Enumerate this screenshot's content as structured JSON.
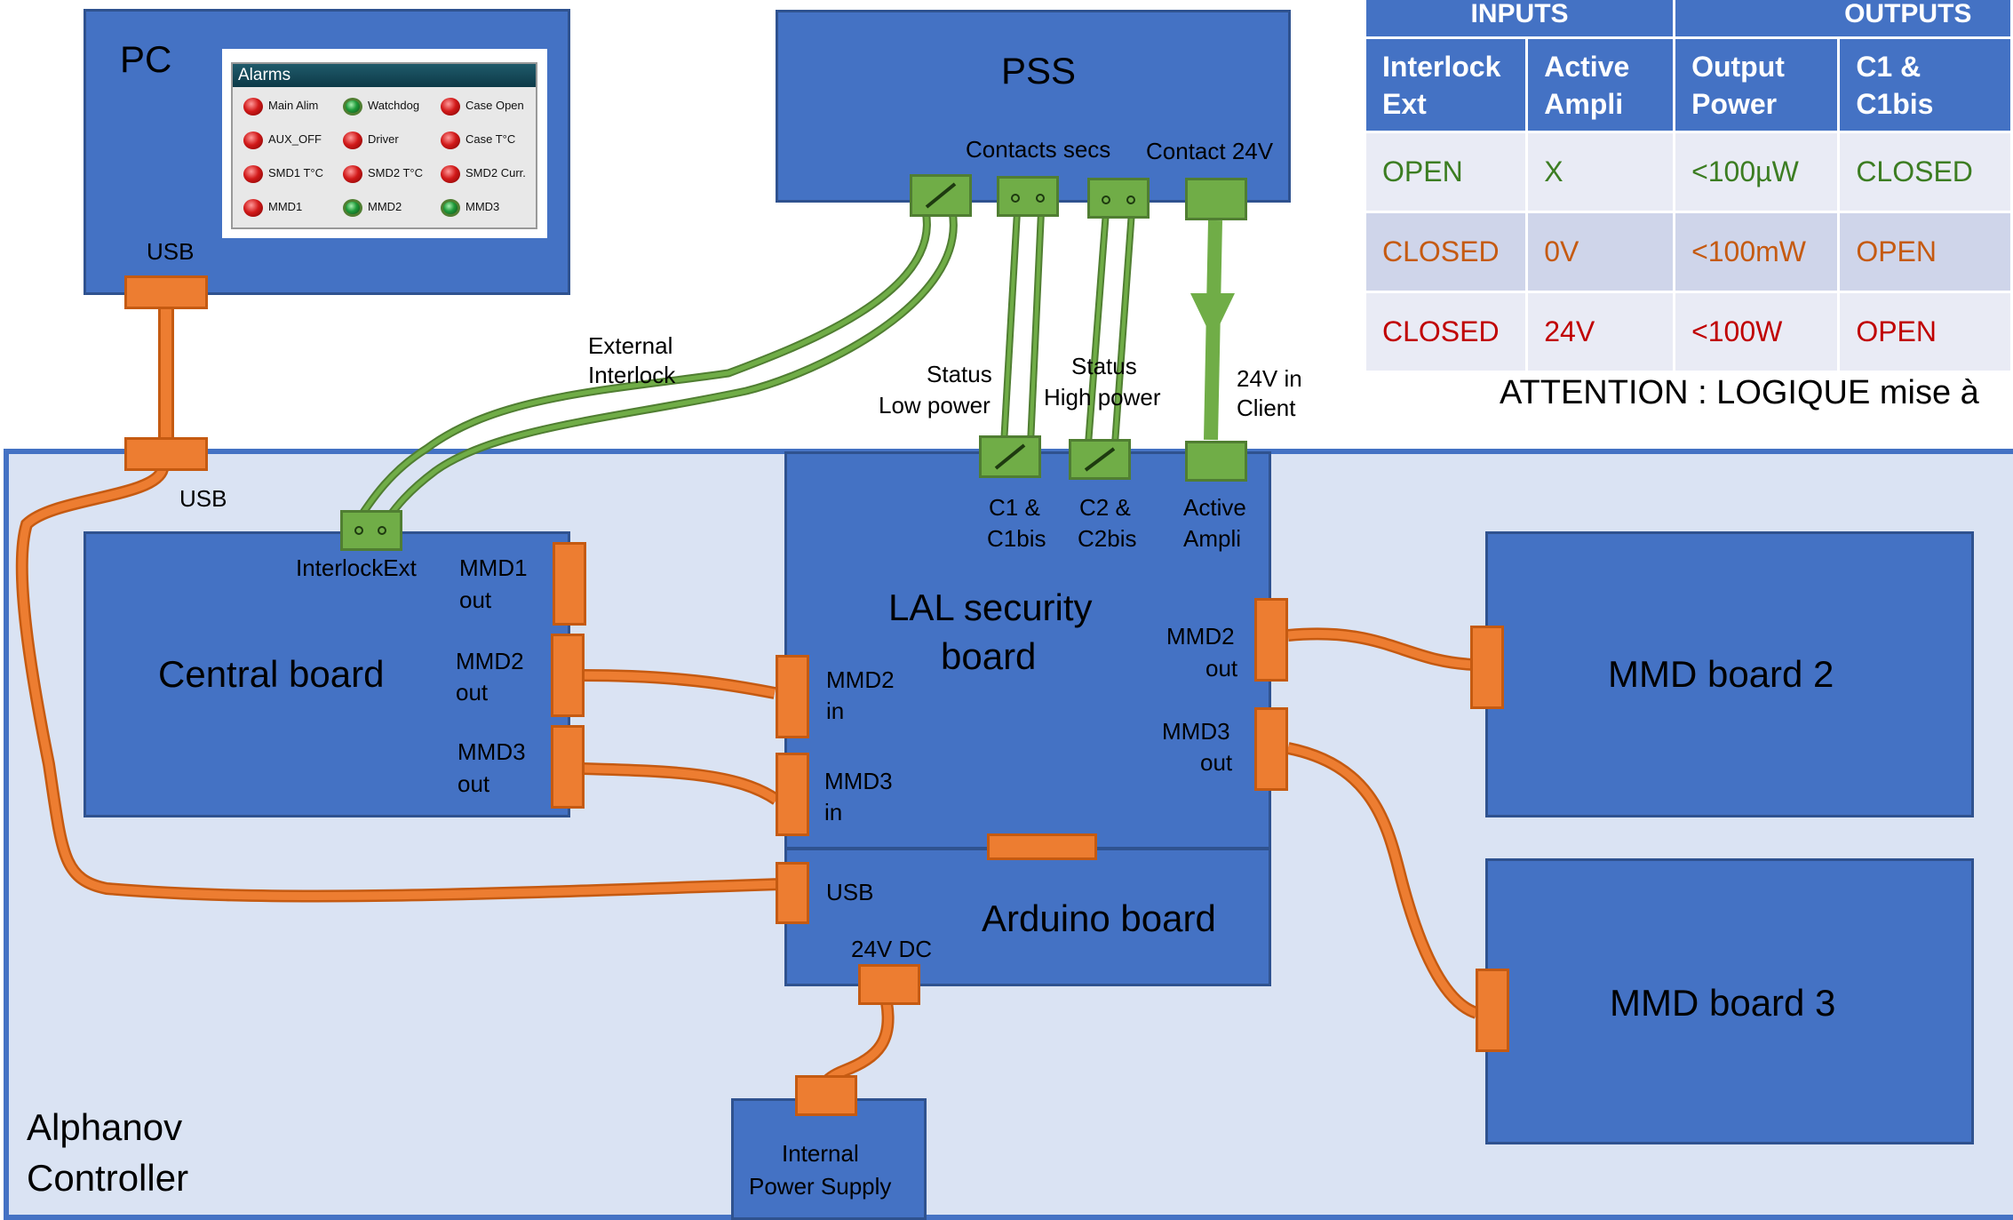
{
  "pc": {
    "title": "PC",
    "usb_label": "USB"
  },
  "alarms": {
    "title": "Alarms",
    "items": [
      {
        "label": "Main Alim",
        "color": "red"
      },
      {
        "label": "Watchdog",
        "color": "green"
      },
      {
        "label": "Case Open",
        "color": "red"
      },
      {
        "label": "AUX_OFF",
        "color": "red"
      },
      {
        "label": "Driver",
        "color": "red"
      },
      {
        "label": "Case T°C",
        "color": "red"
      },
      {
        "label": "SMD1 T°C",
        "color": "red"
      },
      {
        "label": "SMD2 T°C",
        "color": "red"
      },
      {
        "label": "SMD2 Curr.",
        "color": "red"
      },
      {
        "label": "MMD1",
        "color": "red"
      },
      {
        "label": "MMD2",
        "color": "green"
      },
      {
        "label": "MMD3",
        "color": "green"
      }
    ]
  },
  "pss": {
    "title": "PSS",
    "contacts_secs": "Contacts secs",
    "contact_24v": "Contact 24V"
  },
  "labels": {
    "external_interlock_1": "External",
    "external_interlock_2": "Interlock",
    "status_low_1": "Status",
    "status_low_2": "Low power",
    "status_high_1": "Status",
    "status_high_2": "High power",
    "in24_1": "24V in",
    "in24_2": "Client",
    "usb_controller": "USB"
  },
  "table": {
    "group_inputs": "INPUTS",
    "group_outputs": "OUTPUTS",
    "headers": [
      "Interlock Ext",
      "Active Ampli",
      "Output Power",
      "C1 & C1bis"
    ],
    "headers_lines": [
      [
        "Interlock",
        "Ext"
      ],
      [
        "Active",
        "Ampli"
      ],
      [
        "Output",
        "Power"
      ],
      [
        "C1 &",
        "C1bis"
      ]
    ],
    "rows": [
      [
        "OPEN",
        "X",
        "<100µW",
        "CLOSED"
      ],
      [
        "CLOSED",
        "0V",
        "<100mW",
        "OPEN"
      ],
      [
        "CLOSED",
        "24V",
        "<100W",
        "OPEN"
      ]
    ],
    "row_colors": [
      "#3C7D22",
      "#C55A11",
      "#C00000"
    ],
    "attention": "ATTENTION : LOGIQUE mise à"
  },
  "controller": {
    "title_1": "Alphanov",
    "title_2": "Controller"
  },
  "central_board": {
    "title": "Central board",
    "interlock": "InterlockExt",
    "mmd1_1": "MMD1",
    "mmd1_2": "out",
    "mmd2_1": "MMD2",
    "mmd2_2": "out",
    "mmd3_1": "MMD3",
    "mmd3_2": "out"
  },
  "lal_board": {
    "title_1": "LAL security",
    "title_2": "board",
    "c1_1": "C1 &",
    "c1_2": "C1bis",
    "c2_1": "C2 &",
    "c2_2": "C2bis",
    "active_1": "Active",
    "active_2": "Ampli",
    "mmd2in_1": "MMD2",
    "mmd2in_2": "in",
    "mmd3in_1": "MMD3",
    "mmd3in_2": "in",
    "mmd2out_1": "MMD2",
    "mmd2out_2": "out",
    "mmd3out_1": "MMD3",
    "mmd3out_2": "out"
  },
  "arduino": {
    "title": "Arduino board",
    "usb": "USB",
    "dc": "24V DC"
  },
  "power_supply": {
    "line_1": "Internal",
    "line_2": "Power Supply"
  },
  "mmd2": {
    "title": "MMD board 2"
  },
  "mmd3": {
    "title": "MMD board 3"
  },
  "colors": {
    "block": "#4472C4",
    "controller_bg": "#DAE3F3",
    "connector_orange": "#ED7D31",
    "connector_green": "#70AD47"
  }
}
